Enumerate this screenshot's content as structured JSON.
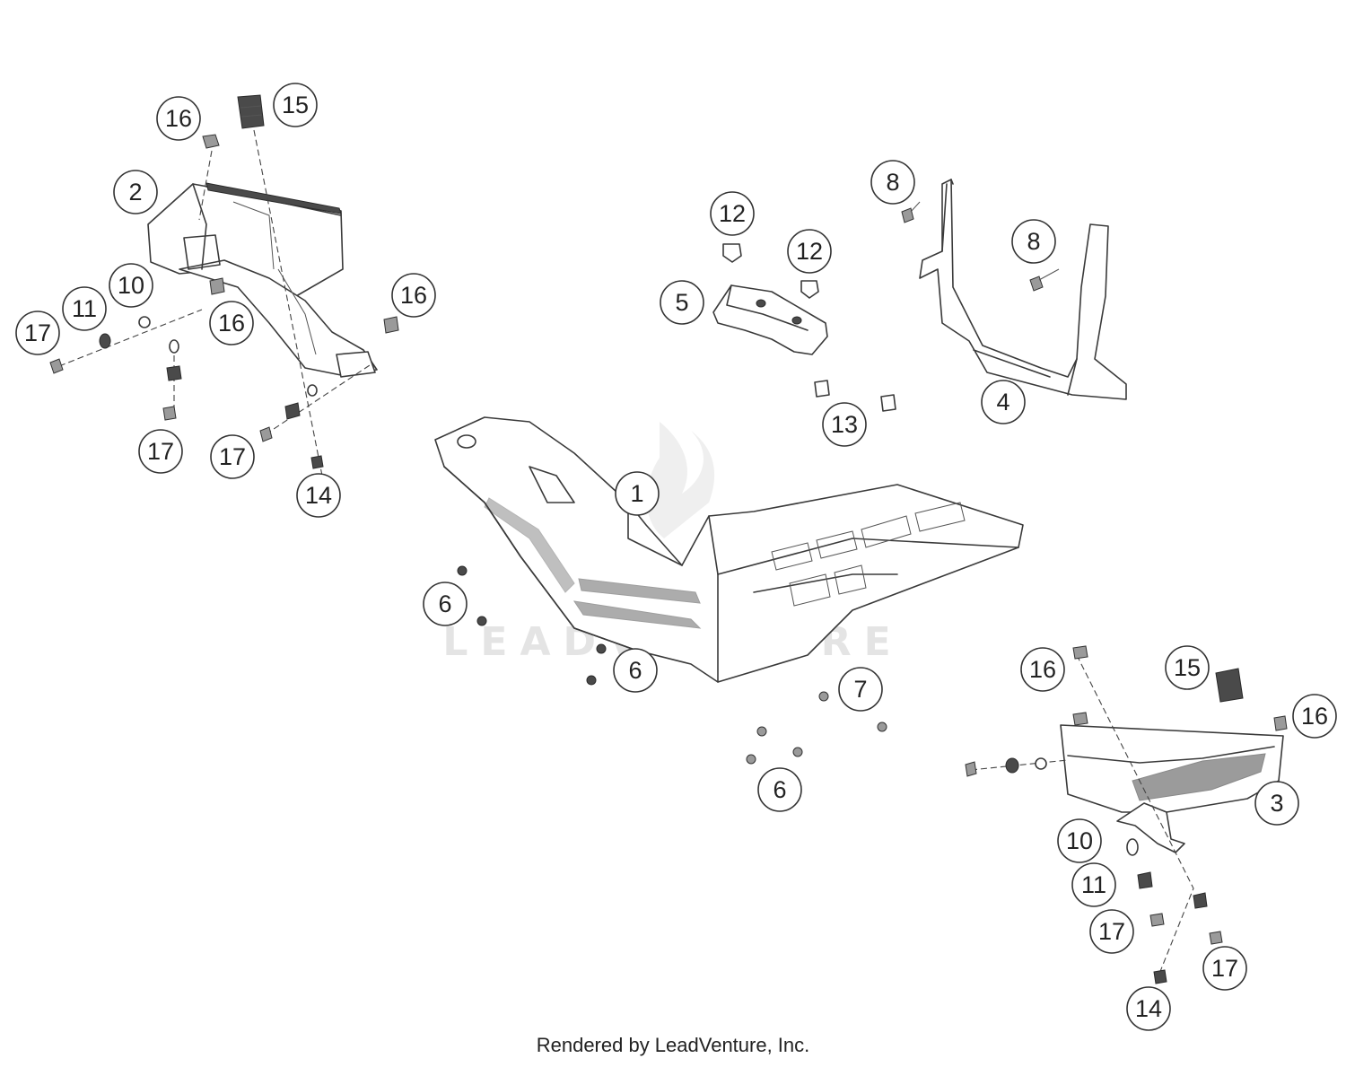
{
  "watermark": "LEADVENTURE",
  "footer": "Rendered by LeadVenture, Inc.",
  "callouts": [
    "16",
    "15",
    "2",
    "10",
    "11",
    "17",
    "16",
    "16",
    "17",
    "17",
    "14",
    "12",
    "12",
    "8",
    "8",
    "5",
    "4",
    "13",
    "1",
    "6",
    "6",
    "7",
    "6",
    "16",
    "15",
    "16",
    "3",
    "10",
    "11",
    "17",
    "17",
    "14"
  ]
}
